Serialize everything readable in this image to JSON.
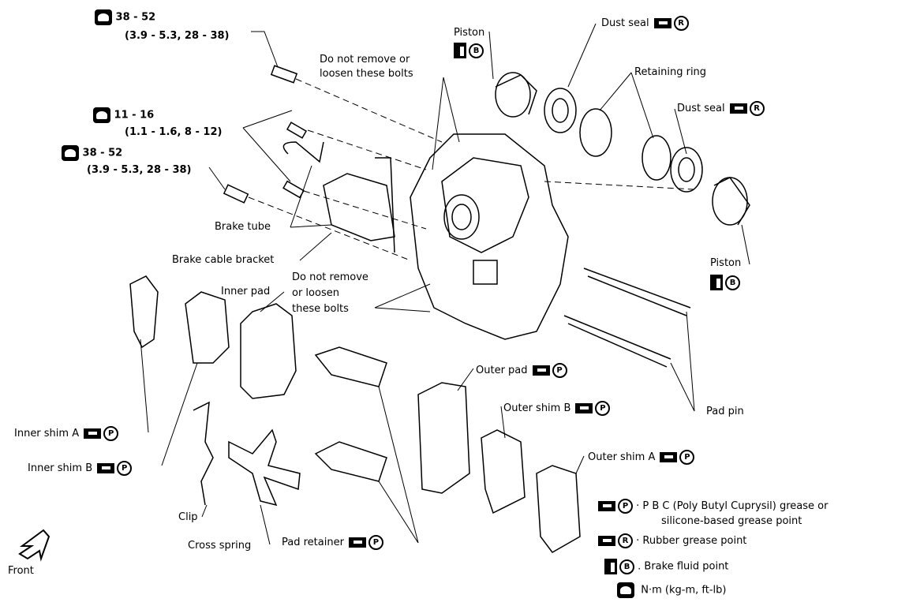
{
  "torque": [
    {
      "nm": "38 - 52",
      "alt": "(3.9 - 5.3, 28 - 38)"
    },
    {
      "nm": "11 - 16",
      "alt": "(1.1 - 1.6, 8 - 12)"
    },
    {
      "nm": "38 - 52",
      "alt": "(3.9 - 5.3, 28 - 38)"
    }
  ],
  "labels": {
    "piston_top": "Piston",
    "bolts_top_1": "Do not remove or",
    "bolts_top_2": "loosen these bolts",
    "dust_seal_1": "Dust seal",
    "retaining_ring": "Retaining ring",
    "dust_seal_2": "Dust seal",
    "brake_tube": "Brake tube",
    "brake_cable_bracket": "Brake cable bracket",
    "bolts_mid_1": "Do not remove",
    "bolts_mid_2": "or loosen",
    "bolts_mid_3": "these bolts",
    "inner_pad": "Inner pad",
    "piston_right": "Piston",
    "outer_pad": "Outer pad",
    "outer_shim_b": "Outer shim B",
    "pad_pin": "Pad pin",
    "inner_shim_a": "Inner shim A",
    "outer_shim_a": "Outer shim A",
    "inner_shim_b": "Inner shim B",
    "clip": "Clip",
    "cross_spring": "Cross spring",
    "pad_retainer": "Pad retainer",
    "front": "Front"
  },
  "symbols": {
    "p": "P",
    "r": "R",
    "b": "B"
  },
  "legend": [
    {
      "text": "P B C  (Poly Butyl Cuprysil) grease or",
      "text2": "silicone-based grease point"
    },
    {
      "text": "Rubber grease point"
    },
    {
      "text": "Brake fluid point"
    },
    {
      "text": "N·m (kg-m, ft-lb)"
    }
  ]
}
